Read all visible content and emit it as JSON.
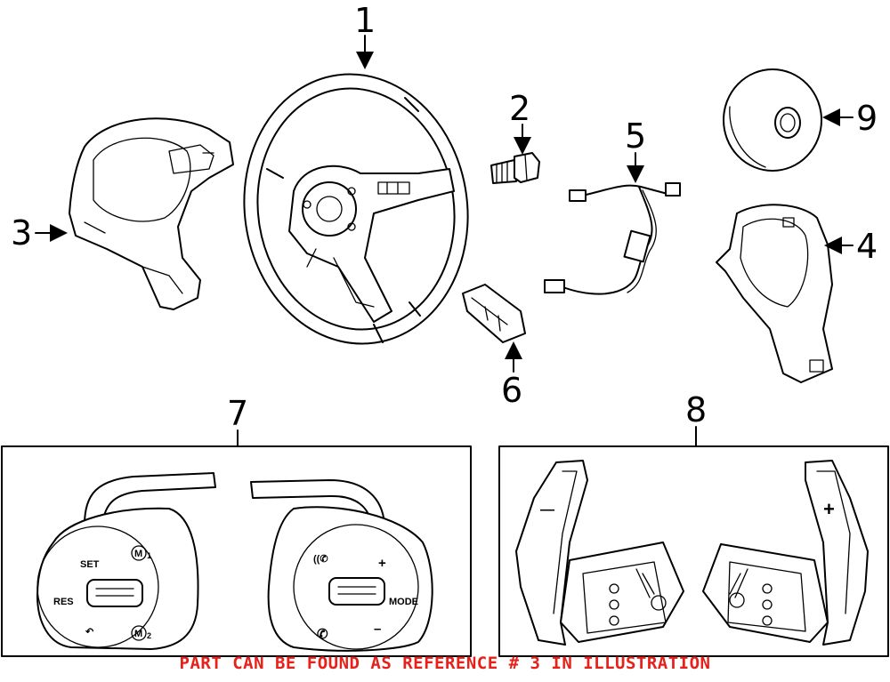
{
  "callouts": {
    "c1": "1",
    "c2": "2",
    "c3": "3",
    "c4": "4",
    "c5": "5",
    "c6": "6",
    "c7": "7",
    "c8": "8",
    "c9": "9"
  },
  "buttons": {
    "set": "SET",
    "res": "RES",
    "mode": "MODE",
    "m1": "M",
    "m1_sub": "1",
    "m2": "M",
    "m2_sub": "2",
    "plus": "+",
    "minus": "–"
  },
  "paddles": {
    "minus": "—",
    "plus": "+"
  },
  "banner": {
    "text": "PART CAN BE FOUND AS REFERENCE # 3 IN ILLUSTRATION",
    "color": "#e8201a"
  }
}
